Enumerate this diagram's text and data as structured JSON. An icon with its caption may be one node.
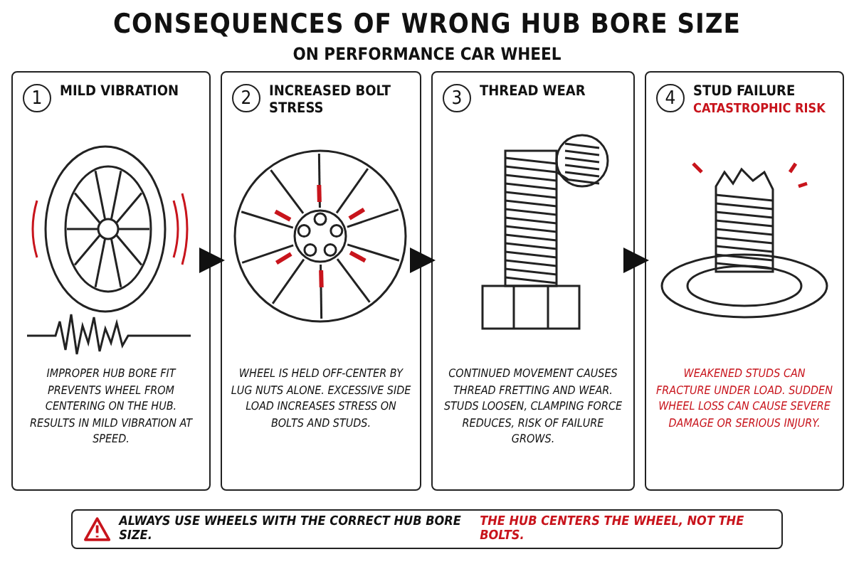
{
  "diagram": {
    "title": "CONSEQUENCES OF WRONG HUB BORE SIZE",
    "nodes": [
      {
        "text": [
          "1",
          "MILD VIBRATION",
          "IMPROPER HUB BORE FIT PREVENTS WHEEL FROM CENTERING ON THE HUB. RESULTS IN MILD VIBRATION AT SPEED."
        ]
      },
      {
        "text": [
          "2",
          "INCREASED BOLT STRESS",
          "WHEEL IS HELD OFF-CENTER BY LUG NUTS ALONE. EXCESSIVE SIDE LOAD INCREASES STRESS ON BOLTS AND STUDS."
        ]
      },
      {
        "text": [
          "3",
          "THREAD WEAR",
          "CONTINUED MOVEMENT CAUSES THREAD FRETTING AND WEAR. STUDS LOOSEN, CLAMPING FORCE REDUCES, RISK OF FAILURE GROWS."
        ]
      },
      {
        "text": [
          "4",
          "STUD FAILURE",
          "CATASTROPHIC RISK",
          "WEAKENED STUDS CAN FRACTURE UNDER LOAD. SUDDEN WHEEL LOSS CAN CAUSE SEVERE DAMAGE OR SERIOUS INJURY."
        ]
      },
      {
        "text": [
          "ALWAYS USE WHEELS WITH THE CORRECT HUB BORE SIZE.",
          "THE HUB CENTERS THE WHEEL, NOT THE BOLTS."
        ]
      }
    ],
    "edges": [
      {
        "from": 0,
        "to": 1,
        "arrow": "to"
      },
      {
        "from": 1,
        "to": 2,
        "arrow": "to"
      },
      {
        "from": 2,
        "to": 3,
        "arrow": "to"
      }
    ],
    "labels": [
      "ON PERFORMANCE CAR WHEEL"
    ]
  }
}
